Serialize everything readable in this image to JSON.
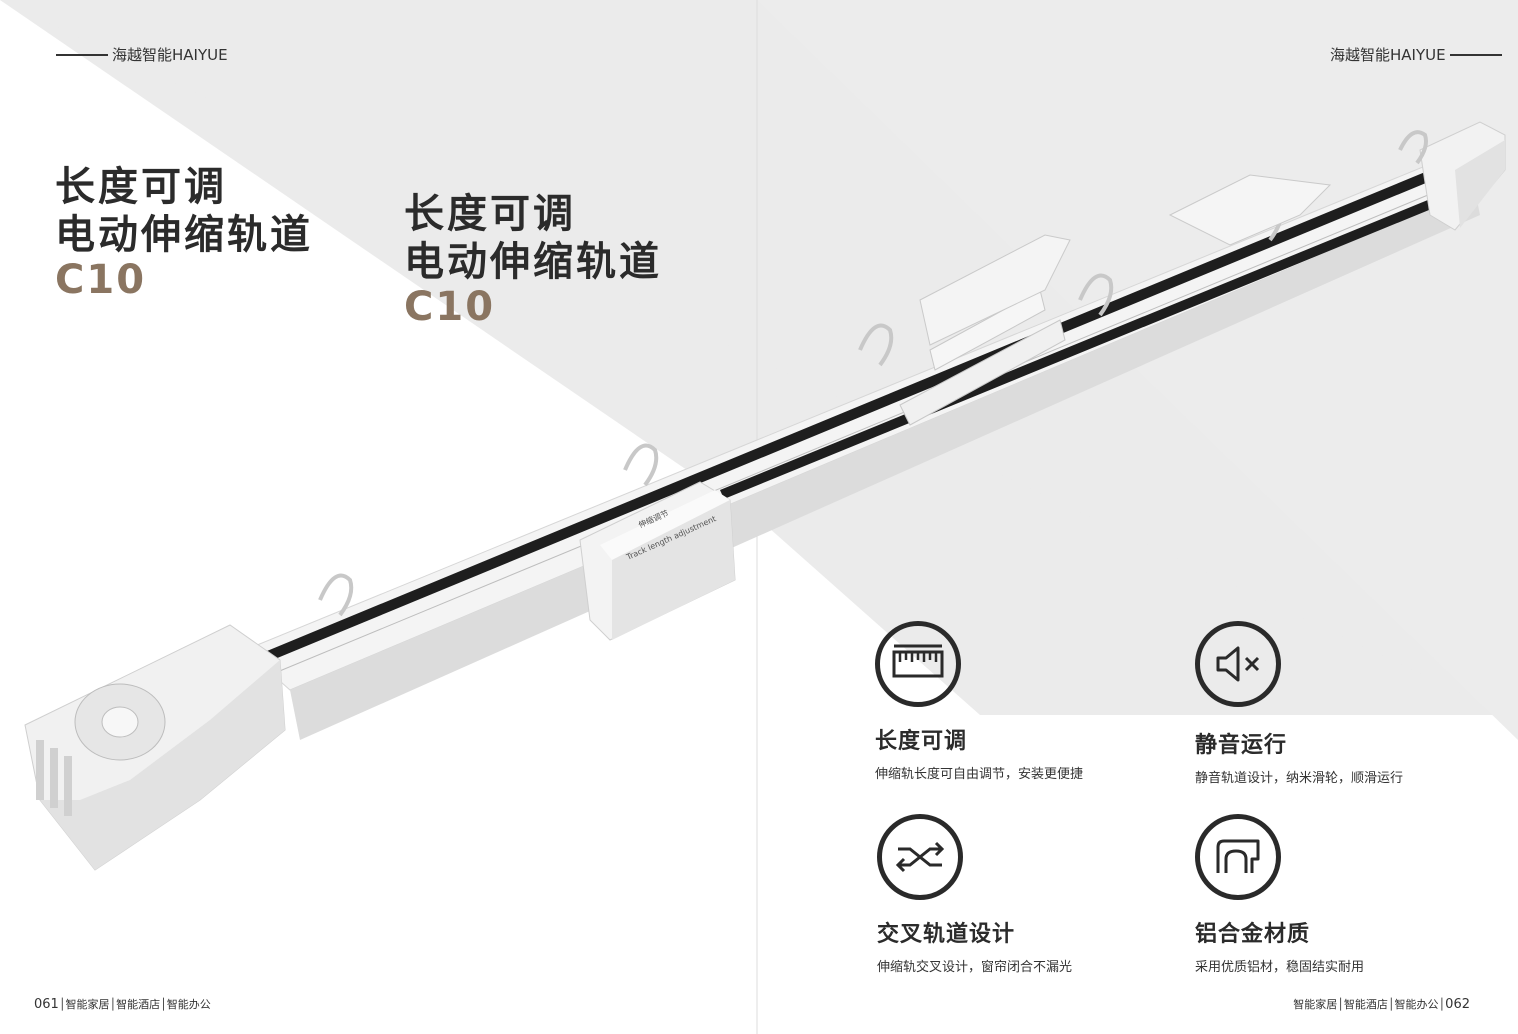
{
  "brand": {
    "left": "海越智能HAIYUE",
    "right": "海越智能HAIYUE"
  },
  "title_a": {
    "line1": "长度可调",
    "line2": "电动伸缩轨道",
    "model": "C10"
  },
  "title_b": {
    "line1": "长度可调",
    "line2": "电动伸缩轨道",
    "model": "C10"
  },
  "product": {
    "label_cn": "伸缩调节",
    "label_en": "Track length adjustment"
  },
  "features": [
    {
      "icon": "ruler-icon",
      "title": "长度可调",
      "desc": "伸缩轨长度可自由调节，安装更便捷"
    },
    {
      "icon": "mute-speaker-icon",
      "title": "静音运行",
      "desc": "静音轨道设计，纳米滑轮，顺滑运行"
    },
    {
      "icon": "cross-arrows-icon",
      "title": "交叉轨道设计",
      "desc": "伸缩轨交叉设计，窗帘闭合不漏光"
    },
    {
      "icon": "aluminum-profile-icon",
      "title": "铝合金材质",
      "desc": "采用优质铝材，稳固结实耐用"
    }
  ],
  "footer": {
    "left_page": "061",
    "left_text": "智能家居│智能酒店│智能办公",
    "right_text": "智能家居│智能酒店│智能办公",
    "right_page": "062"
  },
  "colors": {
    "accent": "#8a7561",
    "bg_gray": "#ebebeb",
    "text": "#2a2a2a"
  }
}
